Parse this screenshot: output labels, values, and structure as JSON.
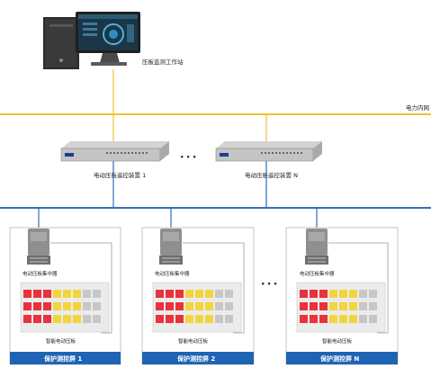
{
  "workstation": {
    "label": "压板监测工作站"
  },
  "network": {
    "label": "电力内网",
    "color": "#f2c230"
  },
  "devices": [
    {
      "label": "电动压板遥控装置 1"
    },
    {
      "label": "电动压板遥控装置 N"
    }
  ],
  "ellipsis": "• • •",
  "screens": [
    {
      "concentrator_label": "电动压板集中器",
      "panel_label": "智能电动压板",
      "caption": "保护测控屏 1"
    },
    {
      "concentrator_label": "电动压板集中器",
      "panel_label": "智能电动压板",
      "caption": "保护测控屏 2"
    },
    {
      "concentrator_label": "电动压板集中器",
      "panel_label": "智能电动压板",
      "caption": "保护测控屏 N"
    }
  ],
  "colors": {
    "bus_blue": "#2f6fb8",
    "caption_bar": "#1f64b4",
    "plate_red": "#e8323c",
    "plate_yellow": "#f2d53c",
    "plate_gray": "#c7c7c7"
  }
}
